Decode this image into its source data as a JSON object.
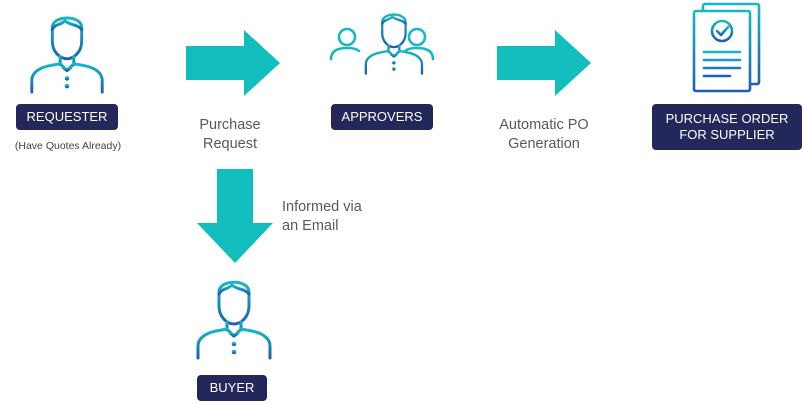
{
  "nodes": {
    "requester": {
      "label": "REQUESTER",
      "note": "(Have Quotes Already)"
    },
    "approvers": {
      "label": "APPROVERS"
    },
    "purchase_order": {
      "label_line1": "PURCHASE ORDER",
      "label_line2": "FOR SUPPLIER"
    },
    "buyer": {
      "label": "BUYER"
    }
  },
  "edges": {
    "purchase_request": {
      "line1": "Purchase",
      "line2": "Request"
    },
    "po_generation": {
      "line1": "Automatic PO",
      "line2": "Generation"
    },
    "informed": {
      "line1": "Informed via",
      "line2": "an Email"
    }
  },
  "colors": {
    "arrow": "#12bdbd",
    "badge": "#23275a",
    "icon_blue": "#1e63b0",
    "icon_teal": "#16b8c4"
  }
}
